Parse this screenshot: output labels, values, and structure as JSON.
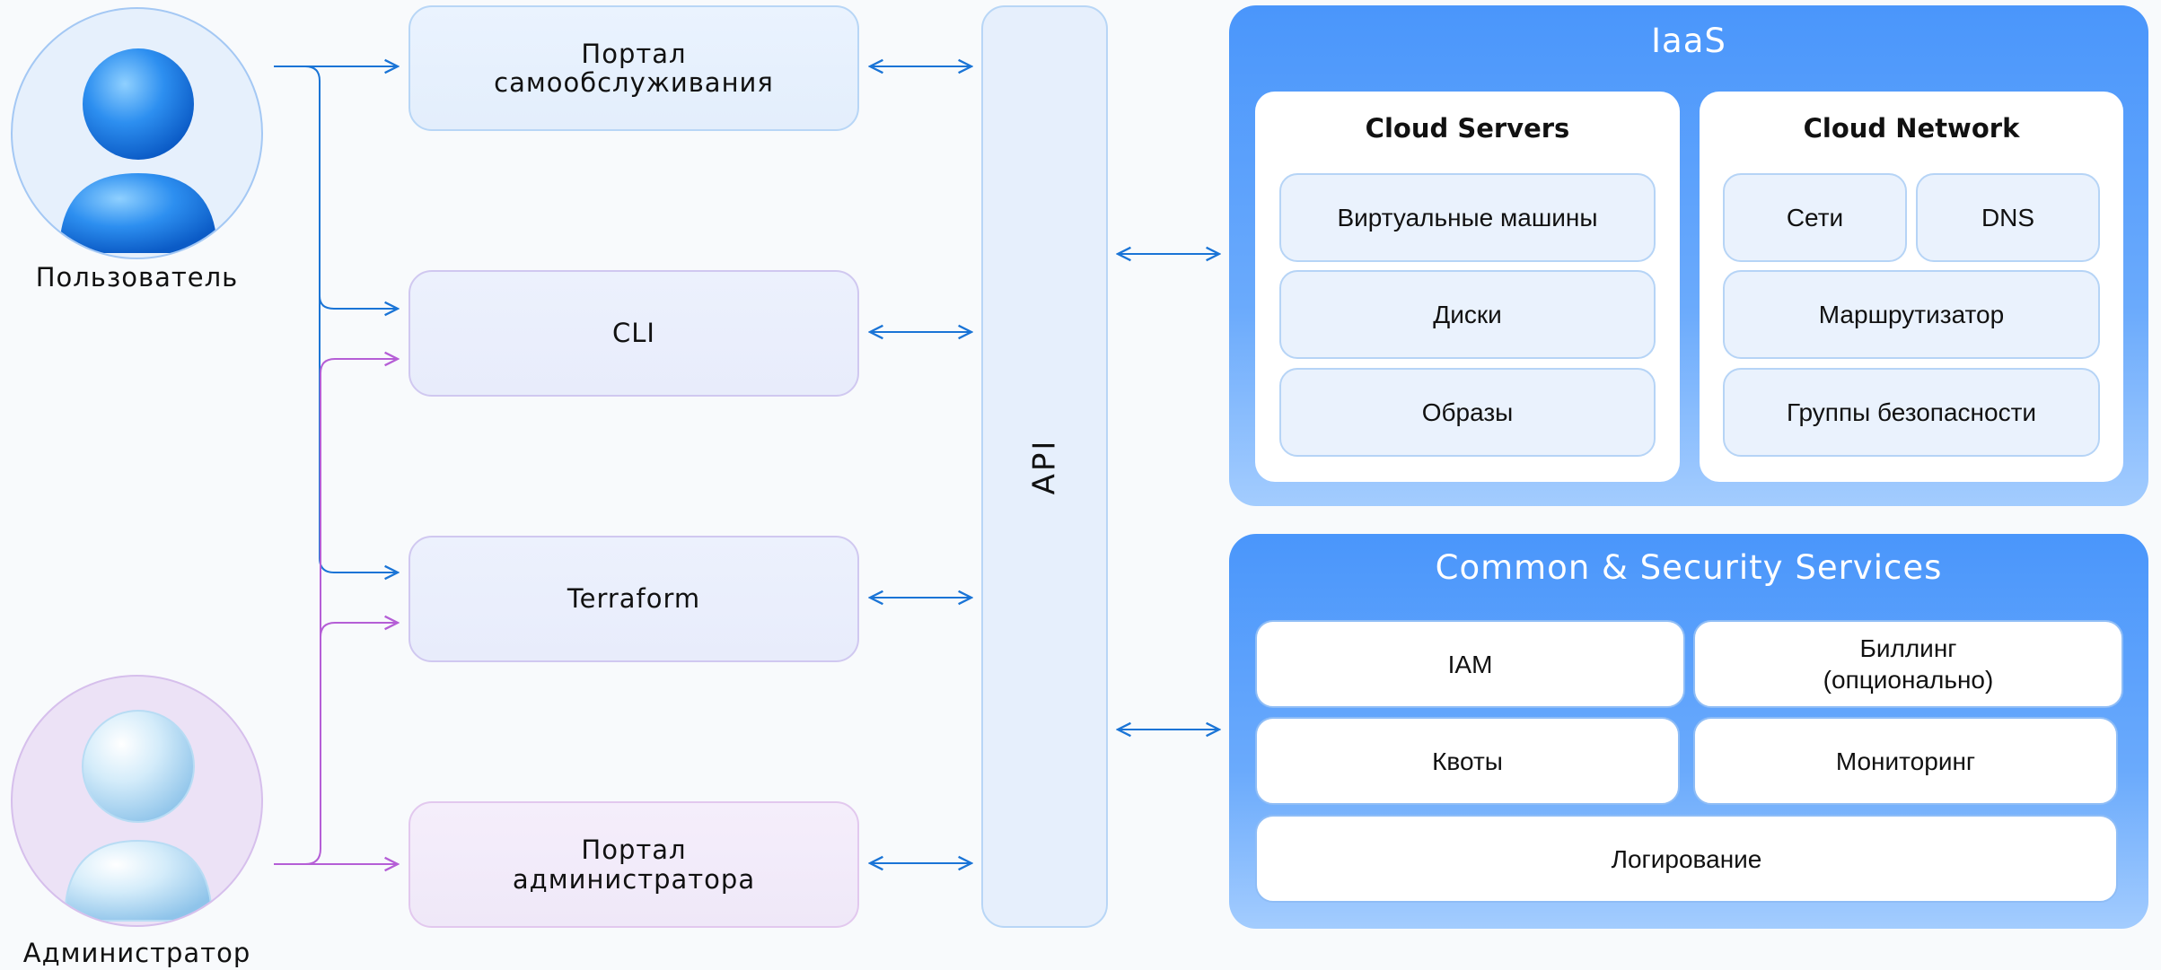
{
  "actors": {
    "user_label": "Пользователь",
    "admin_label": "Администратор"
  },
  "tools": {
    "portal_self_service": "Портал\nсамообслуживания",
    "cli": "CLI",
    "terraform": "Terraform",
    "portal_admin": "Портал\nадминистратора"
  },
  "api": {
    "label": "API"
  },
  "iaas": {
    "title": "IaaS",
    "cloud_servers": {
      "title": "Cloud Servers",
      "items": [
        "Виртуальные машины",
        "Диски",
        "Образы"
      ]
    },
    "cloud_network": {
      "title": "Cloud Network",
      "items": [
        "Сети",
        "DNS",
        "Маршрутизатор",
        "Группы безопасности"
      ]
    }
  },
  "common": {
    "title": "Common & Security Services",
    "items": [
      "IAM",
      "Биллинг\n(опционально)",
      "Квоты",
      "Мониторинг",
      "Логирование"
    ]
  },
  "colors": {
    "user_line": "#1a74d6",
    "admin_line": "#b55ed6",
    "api_arrow": "#1a74d6",
    "panel_blue": "#4a96fb",
    "background": "#f8fafc"
  }
}
